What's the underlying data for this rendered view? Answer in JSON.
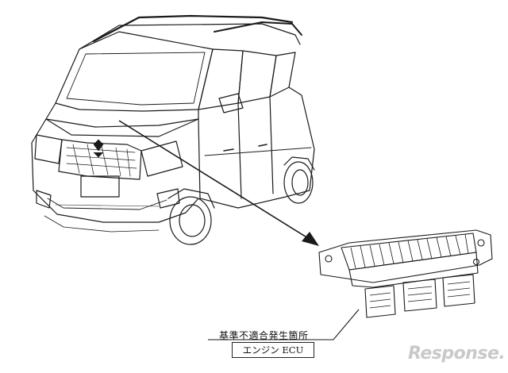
{
  "diagram": {
    "defect_location_label": "基準不適合発生箇所",
    "part_name": "エンジン ECU",
    "watermark": "Response."
  }
}
